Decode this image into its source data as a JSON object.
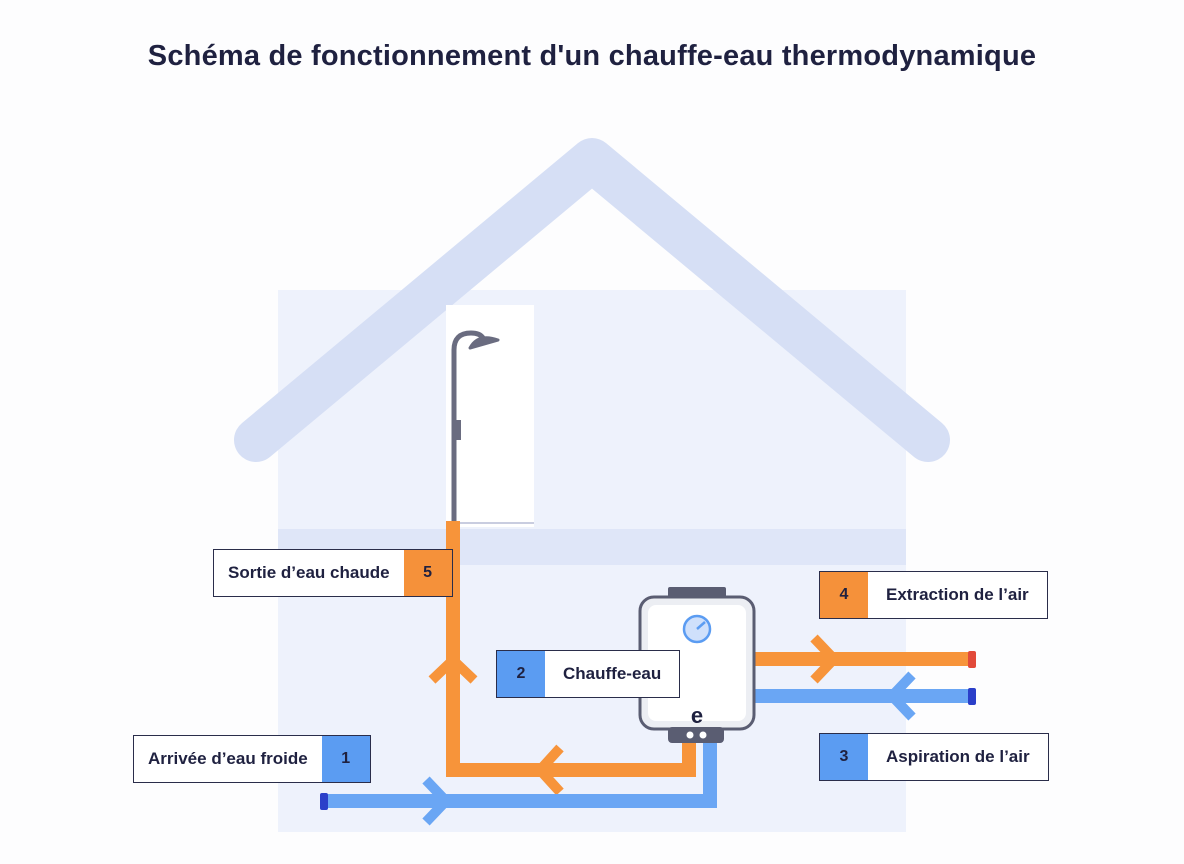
{
  "title": "Schéma de fonctionnement d'un chauffe-eau thermodynamique",
  "labels": [
    {
      "number": "1",
      "text": "Arrivée d’eau froide",
      "color": "#5b9cf2"
    },
    {
      "number": "2",
      "text": "Chauffe-eau",
      "color": "#5b9cf2"
    },
    {
      "number": "3",
      "text": "Aspiration de l’air",
      "color": "#5b9cf2"
    },
    {
      "number": "4",
      "text": "Extraction de l’air",
      "color": "#f5913a"
    },
    {
      "number": "5",
      "text": "Sortie d’eau chaude",
      "color": "#f5913a"
    }
  ],
  "heater_logo": "e",
  "colors": {
    "cold": "#6aa6f4",
    "hot": "#f7943a",
    "house_wall": "#eef2fc",
    "roof": "#d6dff5",
    "text": "#1f2140"
  }
}
